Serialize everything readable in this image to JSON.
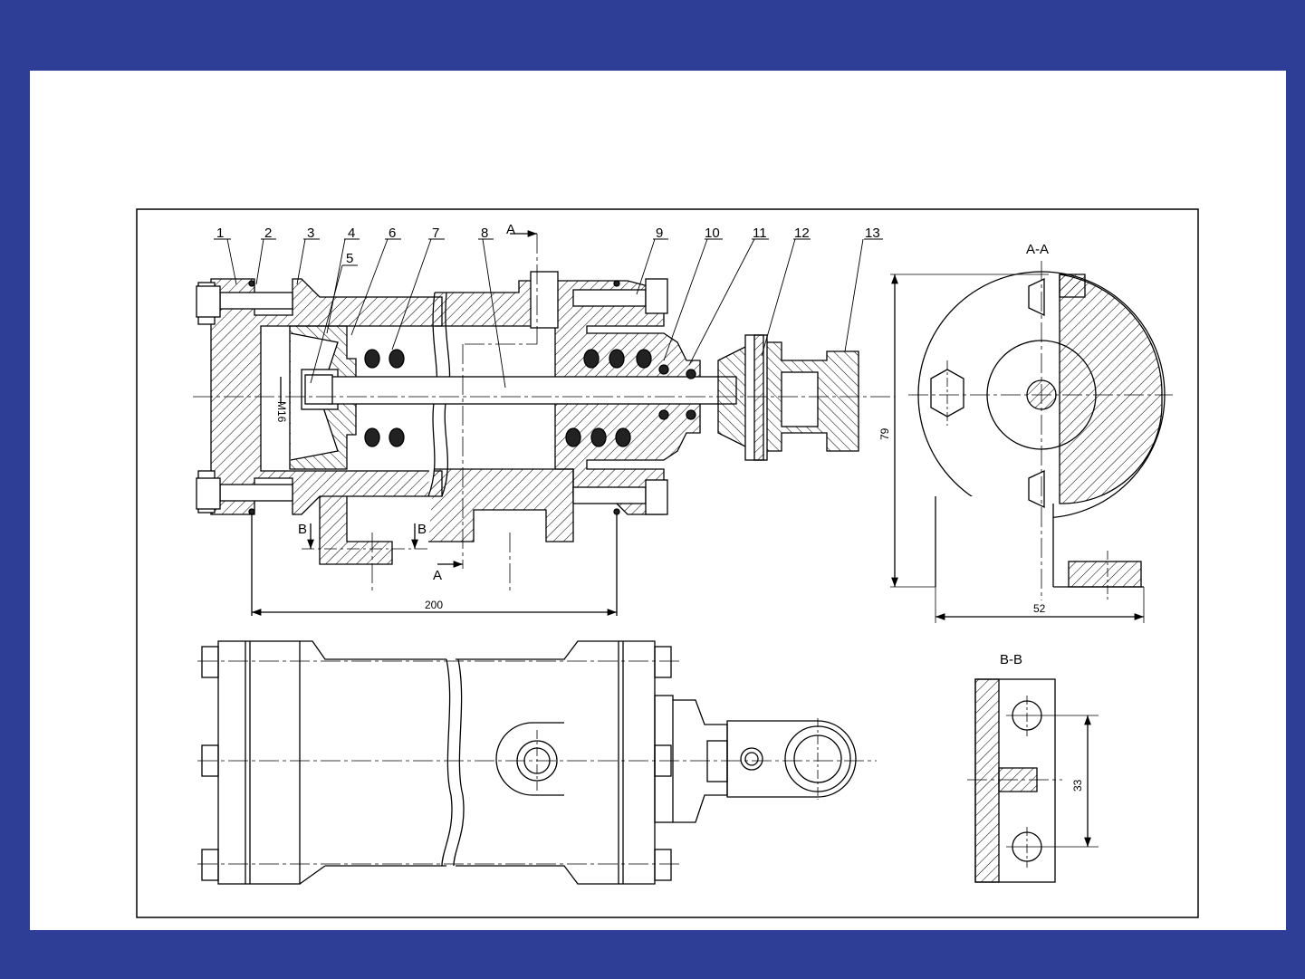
{
  "colors": {
    "background": "#2e3d96",
    "sheet": "#ffffff",
    "ink": "#000000"
  },
  "part_numbers": [
    "1",
    "2",
    "3",
    "4",
    "5",
    "6",
    "7",
    "8",
    "9",
    "10",
    "11",
    "12",
    "13"
  ],
  "section_markers": {
    "a_letter": "A",
    "b_letter": "B"
  },
  "views": {
    "section_aa_title": "A-A",
    "section_bb_title": "B-B"
  },
  "dimensions": {
    "overall_length": "200",
    "height": "79",
    "base_width": "52",
    "hole_spacing": "33",
    "thread": "M16"
  }
}
